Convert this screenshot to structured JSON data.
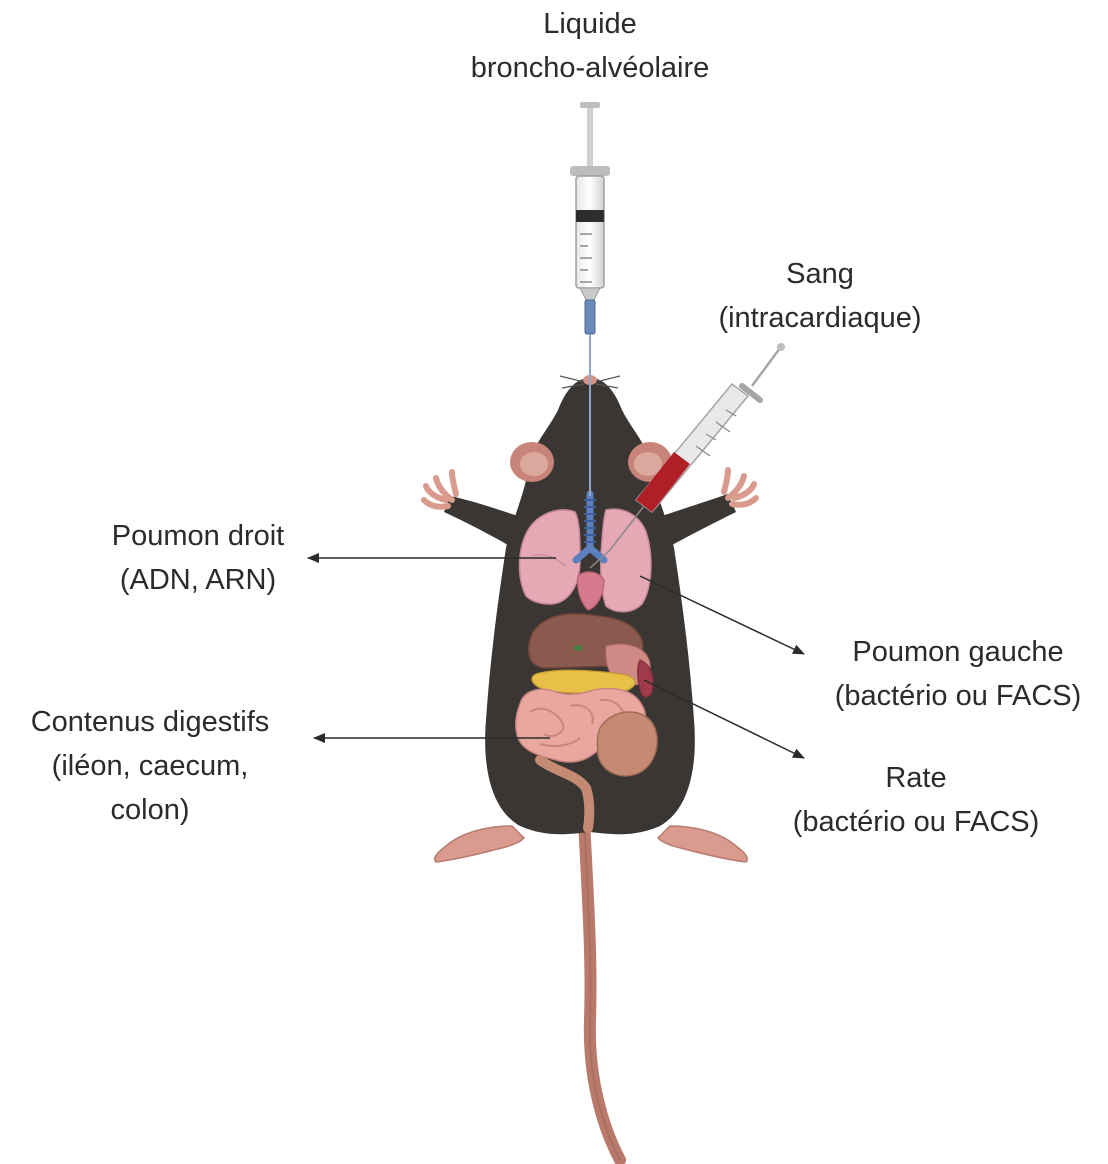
{
  "labels": {
    "bal": {
      "line1": "Liquide",
      "line2": "broncho-alvéolaire"
    },
    "blood": {
      "line1": "Sang",
      "line2": "(intracardiaque)"
    },
    "right_lung": {
      "line1": "Poumon droit",
      "line2": "(ADN, ARN)"
    },
    "left_lung": {
      "line1": "Poumon gauche",
      "line2": "(bactério ou FACS)"
    },
    "digestive": {
      "line1": "Contenus digestifs",
      "line2": "(iléon, caecum,",
      "line3": "colon)"
    },
    "spleen": {
      "line1": "Rate",
      "line2": "(bactério ou FACS)"
    }
  },
  "colors": {
    "mouse_fur": "#3a3634",
    "skin": "#d99b8e",
    "tail": "#b97a6c",
    "lung": "#e5a8b4",
    "trachea": "#5b7fbf",
    "liver": "#8b5a4e",
    "intestine": "#e9a7a0",
    "caecum": "#c48a72",
    "fat": "#e8c048",
    "blood": "#b11f26",
    "syringe": "#d9d9d9",
    "arrow": "#2b2b2b"
  }
}
